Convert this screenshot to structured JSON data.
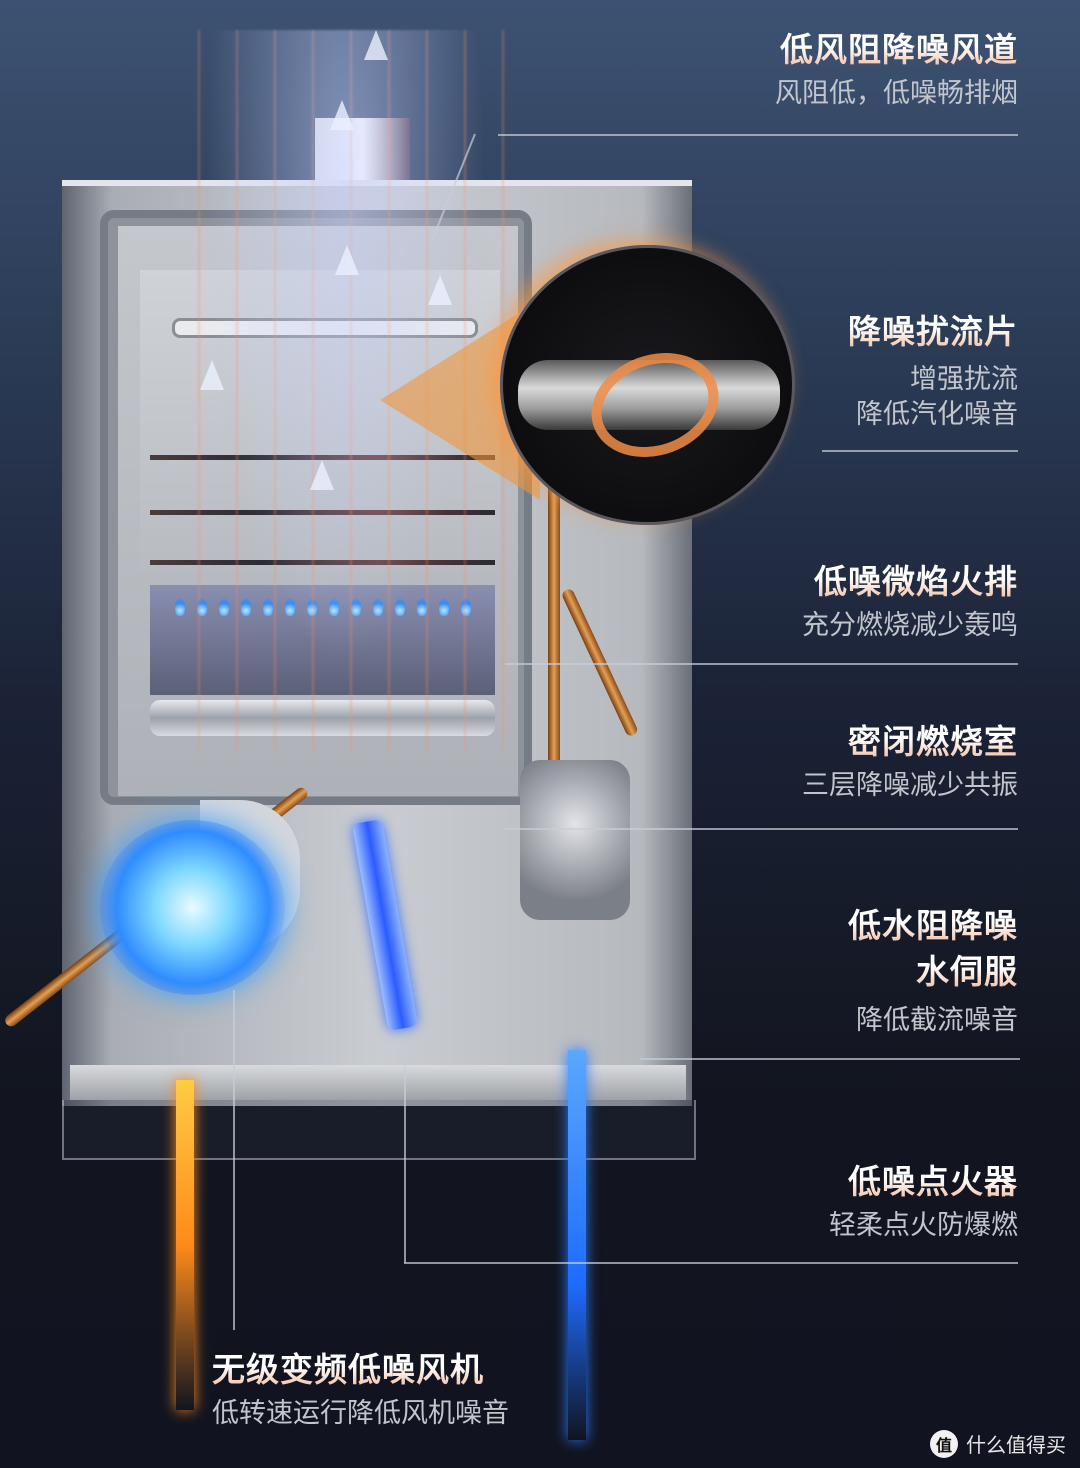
{
  "features": [
    {
      "title": "低风阻降噪风道",
      "subtitle_lines": [
        "风阻低，低噪畅排烟"
      ]
    },
    {
      "title": "降噪扰流片",
      "subtitle_lines": [
        "增强扰流",
        "降低汽化噪音"
      ]
    },
    {
      "title": "低噪微焰火排",
      "subtitle_lines": [
        "充分燃烧减少轰鸣"
      ]
    },
    {
      "title": "密闭燃烧室",
      "subtitle_lines": [
        "三层降噪减少共振"
      ]
    },
    {
      "title_lines": [
        "低水阻降噪",
        "水伺服"
      ],
      "subtitle_lines": [
        "降低截流噪音"
      ]
    },
    {
      "title": "低噪点火器",
      "subtitle_lines": [
        "轻柔点火防爆燃"
      ]
    },
    {
      "title": "无级变频低噪风机",
      "subtitle_lines": [
        "低转速运行降低风机噪音"
      ]
    }
  ],
  "watermark": {
    "badge": "值",
    "text": "什么值得买"
  },
  "colors": {
    "background_top": "#3d5272",
    "background_bottom": "#111420",
    "hot_pipe": "#ff8a1a",
    "cold_pipe": "#1e6bff",
    "flame": "#2e8bff",
    "lens_glow": "#f0963c",
    "title_gradient_end": "#f0b89a",
    "subtitle": "#c2c5cc"
  },
  "icons": {
    "airflow-arrows": "up-arrow",
    "zoom-lens": "magnifier-circle",
    "fan": "impeller",
    "flames": "blue-flame"
  }
}
